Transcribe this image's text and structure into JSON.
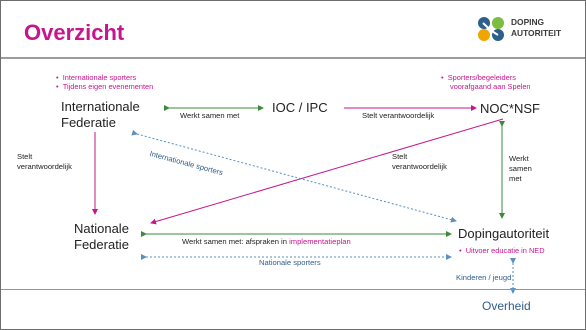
{
  "slide": {
    "title": "Overzicht",
    "logo": {
      "line1": "DOPING",
      "line2": "AUTORITEIT"
    }
  },
  "diagram": {
    "nodes": {
      "if_line1": "Internationale",
      "if_line2": "Federatie",
      "ioc": "IOC / IPC",
      "noc": "NOC*NSF",
      "nf_line1": "Nationale",
      "nf_line2": "Federatie",
      "da": "Dopingautoriteit",
      "overheid": "Overheid"
    },
    "bullets": {
      "if": [
        "Internationale sporters",
        "Tijdens eigen evenementen"
      ],
      "noc": [
        "Sporters/begeleiders",
        "voorafgaand aan Spelen"
      ],
      "da": "Uitvoer educatie in NED"
    },
    "labels": {
      "werkt_samen_met": "Werkt samen met",
      "stelt_verantwoordelijk_top": "Stelt verantwoordelijk",
      "stelt_left_1": "Stelt",
      "stelt_left_2": "verantwoordelijk",
      "stelt_mid_1": "Stelt",
      "stelt_mid_2": "verantwoordelijk",
      "werkt_right_1": "Werkt",
      "werkt_right_2": "samen",
      "werkt_right_3": "met",
      "internationale_sporters": "Internationale sporters",
      "nf_da_prefix": "Werkt samen met: afspraken in ",
      "nf_da_highlight": "implementatieplan",
      "nationale_sporters": "Nationale sporters",
      "kinderen_jeugd": "Kinderen / jeugd"
    },
    "colors": {
      "magenta": "#c6168d",
      "green": "#3c8a3c",
      "blue": "#5b8fc0"
    }
  }
}
